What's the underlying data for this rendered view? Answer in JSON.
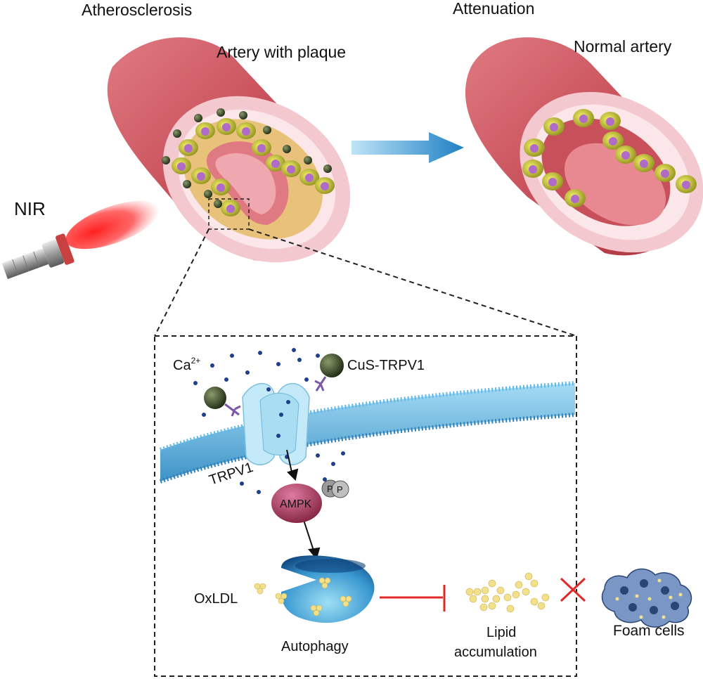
{
  "labels": {
    "atherosclerosis": "Atherosclerosis",
    "attenuation": "Attenuation",
    "artery_with_plaque": "Artery with plaque",
    "normal_artery": "Normal artery",
    "nir": "NIR",
    "ca_base": "Ca",
    "ca_charge": "2+",
    "cus_trpv1": "CuS-TRPV1",
    "trpv1": "TRPV1",
    "ampk": "AMPK",
    "phospho_1": "P",
    "phospho_2": "P",
    "oxldl": "OxLDL",
    "autophagy": "Autophagy",
    "lipid_line1": "Lipid",
    "lipid_line2": "accumulation",
    "foam_cells": "Foam cells"
  },
  "colors": {
    "artery_outer": "#c8505a",
    "artery_inner": "#f3c9cf",
    "plaque": "#e8c27a",
    "arrow_blue": "#2a8fd0",
    "membrane": "#7cc8ee",
    "channel": "#bfe6f7",
    "ampk": "#a0304c",
    "autophagy": "#1c6fb0",
    "inhibit_red": "#e02a2a",
    "lipid_yellow": "#f2e08a",
    "foam_cell": "#5a78a8",
    "ion_dot": "#1d3f8c",
    "nanoparticle": "#3a4a2a"
  }
}
